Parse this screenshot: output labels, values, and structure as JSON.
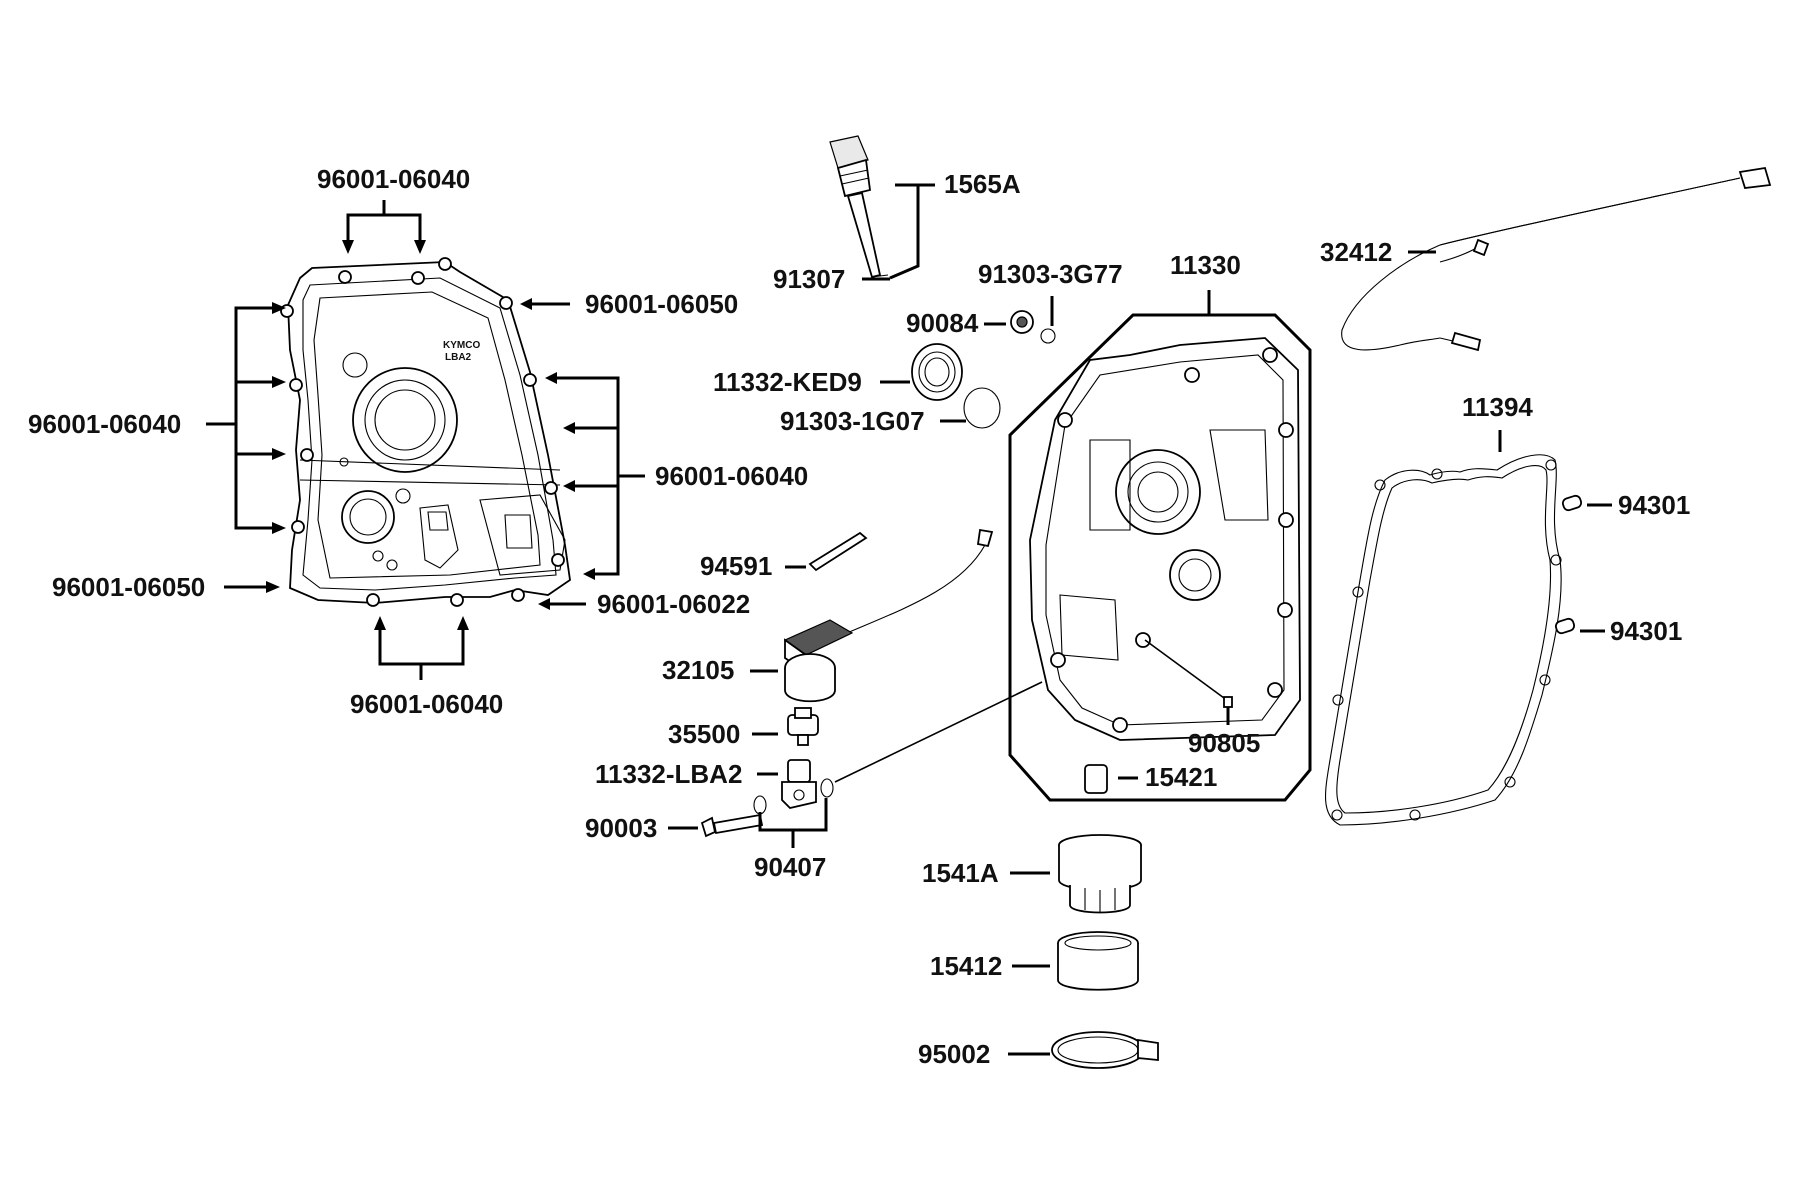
{
  "labels": {
    "p1565A": "1565A",
    "p91307": "91307",
    "p91303_3G77": "91303-3G77",
    "p90084": "90084",
    "p11332_KED9": "11332-KED9",
    "p91303_1G07": "91303-1G07",
    "p11330": "11330",
    "p32412": "32412",
    "p11394": "11394",
    "p94301_a": "94301",
    "p94301_b": "94301",
    "p94591": "94591",
    "p32105": "32105",
    "p35500": "35500",
    "p11332_LBA2": "11332-LBA2",
    "p90003": "90003",
    "p90407": "90407",
    "p90805": "90805",
    "p15421": "15421",
    "p1541A": "1541A",
    "p15412": "15412",
    "p95002": "95002",
    "bolt_top": "96001-06040",
    "bolt_left": "96001-06040",
    "bolt_right": "96001-06040",
    "bolt_bottom": "96001-06040",
    "bolt_06050_top": "96001-06050",
    "bolt_06050_left": "96001-06050",
    "bolt_06022": "96001-06022"
  },
  "cover_marking": {
    "brand": "KYMCO",
    "code": "LBA2"
  }
}
